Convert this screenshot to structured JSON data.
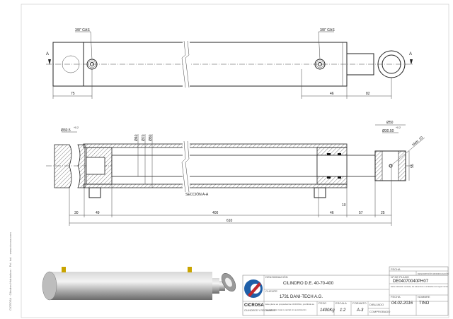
{
  "side_text": "CICROSA · Cilindros Hidráulicos · Pol. Ind. · www.cicrosa.com",
  "top_view": {
    "section_marker": "A",
    "port_labels": [
      "3/8\" GAS",
      "3/8\" GAS"
    ],
    "dims": [
      "75",
      "46",
      "82"
    ]
  },
  "section_view": {
    "label": "SECCIÓN A-A",
    "diameters": [
      "Ø40",
      "Ø70",
      "Ø80"
    ],
    "left_bore": "Ø30.5",
    "left_bore_tol": "+0.2",
    "eye_outer": "Ø50",
    "eye_bore": "Ø30.50",
    "eye_bore_tol": "+0.2",
    "eye_thread": "Métr. 20",
    "eye_width": "55",
    "small_dim": "10",
    "bottom_dims": [
      "30",
      "49",
      "400",
      "46",
      "57",
      "25"
    ],
    "total": "610"
  },
  "title_block": {
    "company": "CICROSA",
    "company_sub": "CILINDROS Y RECAMBIOS",
    "designation_label": "DENOMINACIÓN",
    "designation": "CILINDRO D.E. 40-70-400",
    "client_label": "CLIENTE",
    "client": "1731  DANI-TECH A.G.",
    "notes": [
      "Este plano es propiedad de CICROSA, prohibida su",
      "reproducción total o parcial sin autorización"
    ],
    "weight_label": "PESO",
    "weight": "1400Kg",
    "scale_label": "ESCALA",
    "scale": "1:2",
    "format_label": "FORMATO",
    "format": "A-3",
    "drawn_label": "DIBUJADO",
    "checked_label": "COMPROBADO",
    "code_label": "Nº DE PLANO",
    "code": "DE04070040PH07",
    "disclaimer": "Salvo indicación contraria, las tolerancias no indicadas son según norma",
    "date_label": "FECHA",
    "date": "04.02.2016",
    "author_label": "NOMBRE",
    "author": "TINO",
    "rev_label": "FECHA",
    "rev_desc_label": "DESCRIPCIÓN MODIFICACIÓN"
  }
}
